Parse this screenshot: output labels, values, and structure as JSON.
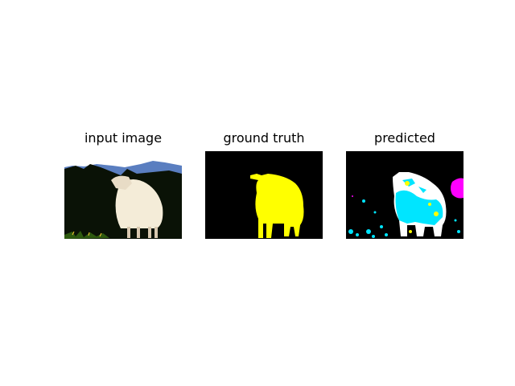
{
  "panels": [
    {
      "title": "input image"
    },
    {
      "title": "ground truth"
    },
    {
      "title": "predicted"
    }
  ],
  "colors": {
    "background": "#000000",
    "class_sheep": "#ffff00",
    "pred_cyan": "#00e5ff",
    "pred_magenta": "#ff00ff",
    "pred_white": "#ffffff"
  }
}
